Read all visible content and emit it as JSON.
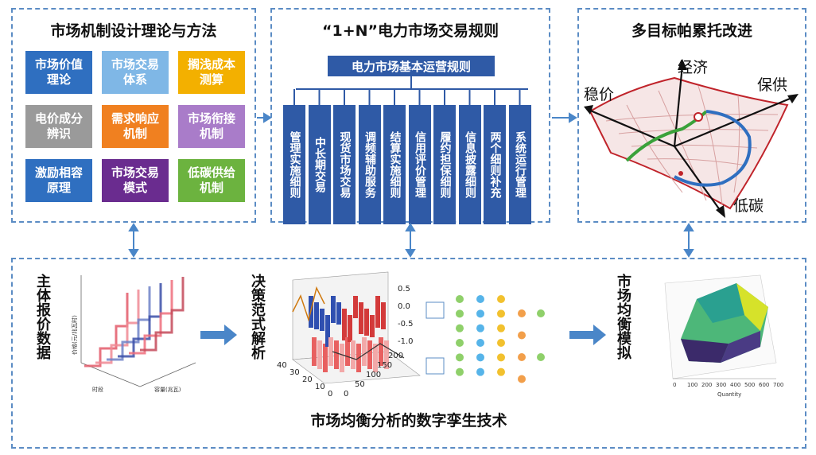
{
  "left_panel": {
    "title": "市场机制设计理论与方法",
    "tiles": [
      {
        "label": "市场价值理论",
        "color": "#2f6fc0"
      },
      {
        "label": "市场交易体系",
        "color": "#7fb7e6"
      },
      {
        "label": "搁浅成本测算",
        "color": "#f3b000"
      },
      {
        "label": "电价成分辨识",
        "color": "#9a9a9a"
      },
      {
        "label": "需求响应机制",
        "color": "#f08020"
      },
      {
        "label": "市场衔接机制",
        "color": "#a97cc9"
      },
      {
        "label": "激励相容原理",
        "color": "#2f6fc0"
      },
      {
        "label": "市场交易模式",
        "color": "#6a2c8f"
      },
      {
        "label": "低碳供给机制",
        "color": "#6cb33f"
      }
    ]
  },
  "middle_panel": {
    "title": "“1+N”电力市场交易规则",
    "base_rule": "电力市场基本运营规则",
    "rules": [
      "管理实施细则",
      "中长期交易",
      "现货市场交易",
      "调频辅助服务",
      "结算实施细则",
      "信用评价管理",
      "履约担保细则",
      "信息披露细则",
      "两个细则补充",
      "系统运行管理"
    ]
  },
  "right_panel": {
    "title": "多目标帕累托改进",
    "axes": {
      "top": "经济",
      "right": "保供",
      "left": "稳价",
      "bottom": "低碳"
    }
  },
  "bottom_panel": {
    "title": "市场均衡分析的数字孪生技术",
    "step1": "主体报价数据",
    "step2": "决策范式解析",
    "step3": "市场均衡模拟",
    "plot1": {
      "ylabel": "价格(元/兆瓦时)",
      "xlabel1": "时段",
      "xlabel2": "容量(兆瓦)"
    },
    "plot2": {
      "z_ticks": [
        "0.5",
        "0.0",
        "-0.5",
        "-1.0"
      ],
      "y_ticks": [
        "200",
        "150",
        "100",
        "50",
        "0"
      ],
      "x_ticks": [
        "40",
        "30",
        "20",
        "10",
        "0"
      ]
    },
    "plot3": {
      "xlabel": "Quantity",
      "x_ticks": [
        "0",
        "100",
        "200",
        "300",
        "400",
        "500",
        "600",
        "700"
      ]
    }
  },
  "colors": {
    "border": "#5b8cc4",
    "arrow": "#4a86c8",
    "rule_blue": "#2f5aa6"
  }
}
